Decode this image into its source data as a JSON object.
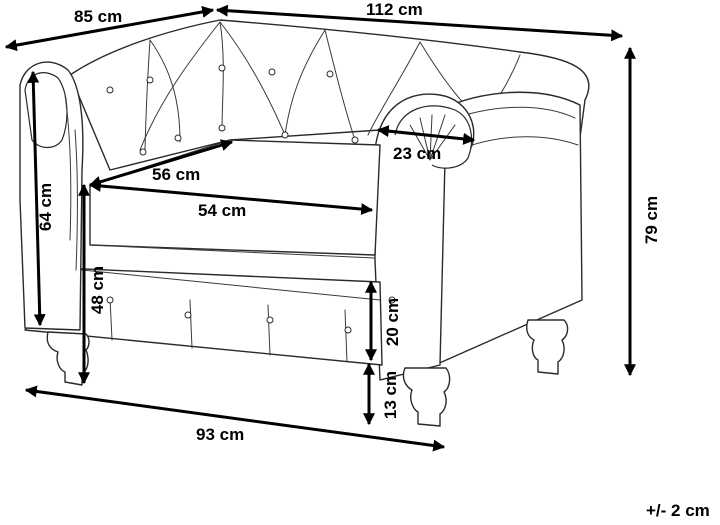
{
  "dimensions": {
    "depth": "85 cm",
    "width": "112 cm",
    "total_height": "79 cm",
    "armrest_height": "64 cm",
    "seat_depth": "56 cm",
    "seat_width": "54 cm",
    "armrest_width": "23 cm",
    "seat_height": "48 cm",
    "cushion_height": "20 cm",
    "leg_height": "13 cm",
    "diagonal_width": "93 cm"
  },
  "tolerance": "+/- 2 cm",
  "colors": {
    "line": "#000000",
    "outline": "#2a2a2a",
    "background": "#ffffff"
  }
}
